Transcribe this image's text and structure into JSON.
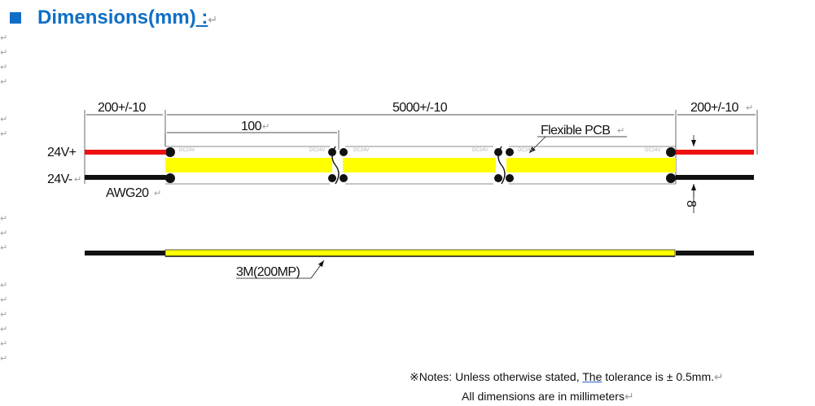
{
  "header": {
    "title": "Dimensions(mm)",
    "title_suffix": " :",
    "return_mark": "↵",
    "accent_color": "#0f6fc6",
    "bullet_icon": "square-bullet-icon"
  },
  "diagram": {
    "labels": {
      "left_lead": "200+/-10",
      "total_length": "5000+/-10",
      "right_lead": "200+/-10",
      "cut_unit": "100",
      "pcb": "Flexible PCB",
      "positive": "24V+",
      "negative": "24V-",
      "wire_gauge": "AWG20",
      "width": "8",
      "side_view": "3M(200MP)",
      "pcb_print": "DC24V"
    },
    "colors": {
      "strip": "#ffff00",
      "positive_wire": "#ee1111",
      "negative_wire": "#111111"
    }
  },
  "notes": {
    "line1_prefix": "※Notes: Unless otherwise stated, ",
    "line1_word": "The",
    "line1_suffix": " tolerance is  ± 0.5mm.",
    "line2": "All dimensions are in millimeters"
  }
}
